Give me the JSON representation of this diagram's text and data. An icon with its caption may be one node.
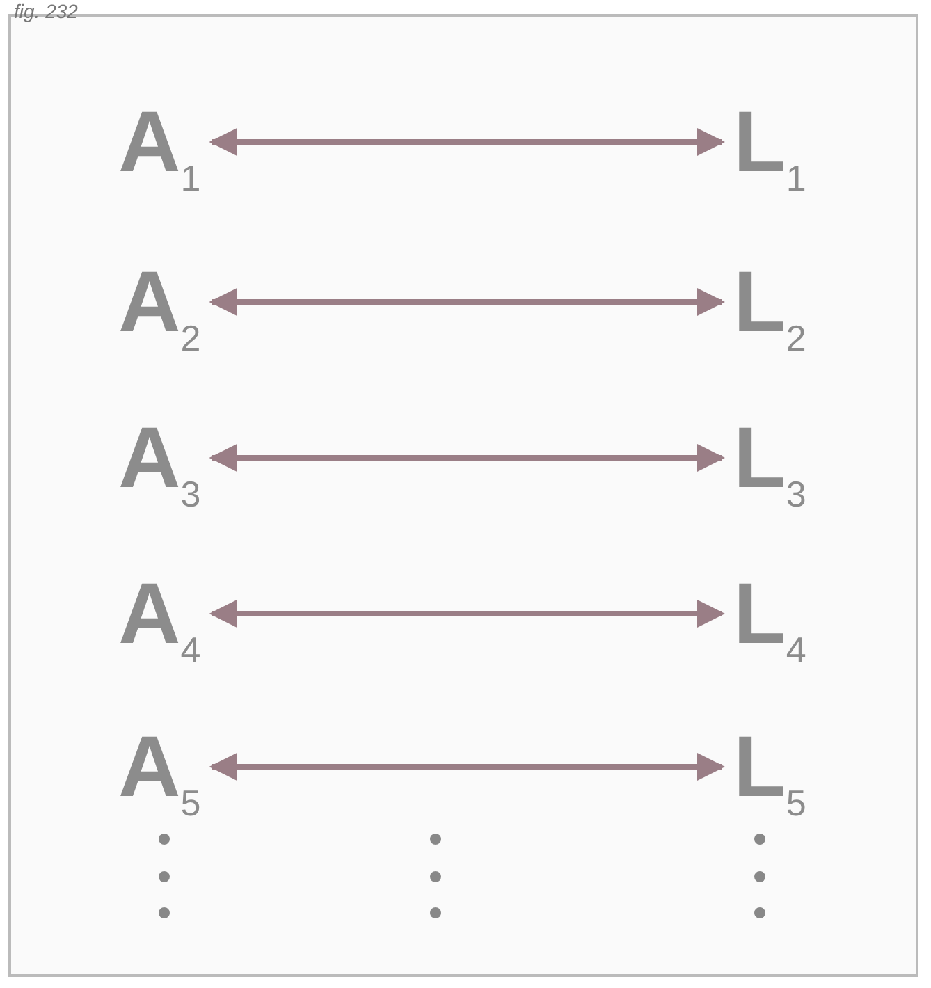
{
  "diagram": {
    "caption": "fig. 232",
    "nodes": [
      {
        "text": [
          "A$_{1}$"
        ]
      },
      {
        "text": [
          "L$_{1}$"
        ]
      },
      {
        "text": [
          "A$_{2}$"
        ]
      },
      {
        "text": [
          "L$_{2}$"
        ]
      },
      {
        "text": [
          "A$_{3}$"
        ]
      },
      {
        "text": [
          "L$_{3}$"
        ]
      },
      {
        "text": [
          "A$_{4}$"
        ]
      },
      {
        "text": [
          "L$_{4}$"
        ]
      },
      {
        "text": [
          "A$_{5}$"
        ]
      },
      {
        "text": [
          "L$_{5}$"
        ]
      }
    ],
    "edges": [
      {
        "from": 0,
        "to": 1,
        "arrow": "both"
      },
      {
        "from": 2,
        "to": 3,
        "arrow": "both"
      },
      {
        "from": 4,
        "to": 5,
        "arrow": "both"
      },
      {
        "from": 6,
        "to": 7,
        "arrow": "both"
      },
      {
        "from": 8,
        "to": 9,
        "arrow": "both"
      }
    ]
  }
}
